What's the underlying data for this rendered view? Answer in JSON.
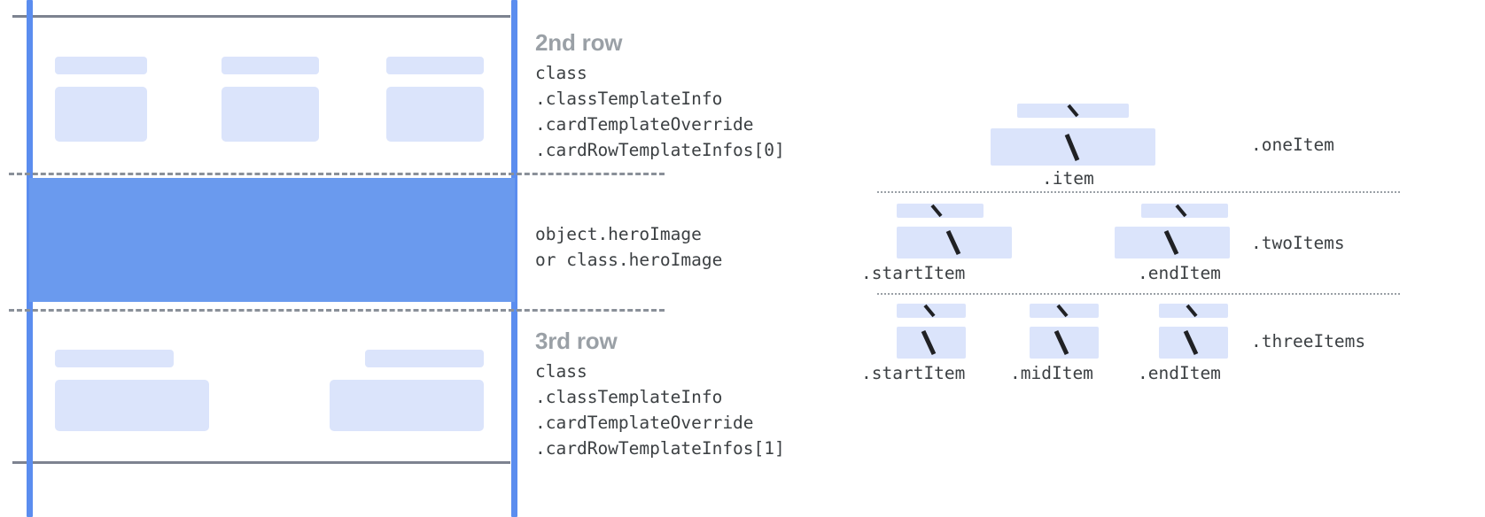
{
  "diagram": {
    "title": "card-row-template-anatomy",
    "colors": {
      "accent_blue": "#5b8def",
      "hero_blue": "#6a9aee",
      "placeholder_blue": "#dbe4fb",
      "rule_gray": "#7d8390",
      "title_gray": "#9aa0a6",
      "mono_text": "#3c4043"
    }
  },
  "left": {
    "rows": [
      {
        "heading": "2nd row",
        "code_lines": [
          "class",
          ".classTemplateInfo",
          ".cardTemplateOverride",
          ".cardRowTemplateInfos[0]"
        ]
      },
      {
        "heading": "",
        "code_lines": [
          "object.heroImage",
          "or class.heroImage"
        ]
      },
      {
        "heading": "3rd row",
        "code_lines": [
          "class",
          ".classTemplateInfo",
          ".cardTemplateOverride",
          ".cardRowTemplateInfos[1]"
        ]
      }
    ]
  },
  "right": {
    "groups": [
      {
        "label": ".oneItem",
        "items": [
          {
            "caption": ".item"
          }
        ]
      },
      {
        "label": ".twoItems",
        "items": [
          {
            "caption": ".startItem"
          },
          {
            "caption": ".endItem"
          }
        ]
      },
      {
        "label": ".threeItems",
        "items": [
          {
            "caption": ".startItem"
          },
          {
            "caption": ".midItem"
          },
          {
            "caption": ".endItem"
          }
        ]
      }
    ]
  }
}
